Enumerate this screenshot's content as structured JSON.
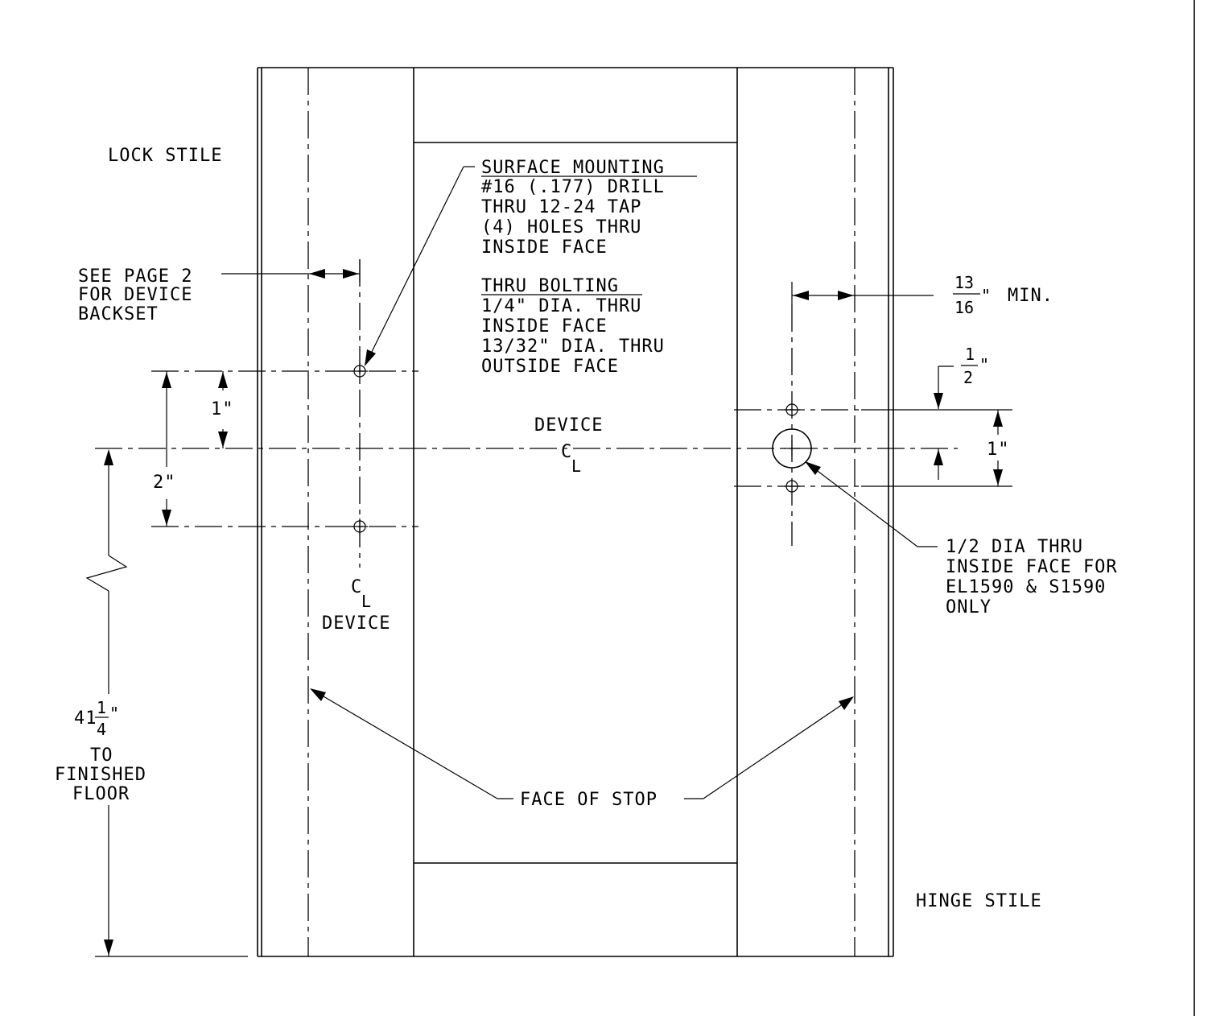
{
  "labels": {
    "lock_stile": "LOCK STILE",
    "hinge_stile": "HINGE STILE",
    "see_page": [
      "SEE PAGE 2",
      "FOR DEVICE",
      "BACKSET"
    ],
    "surface_title": "SURFACE MOUNTING",
    "surface_lines": [
      "#16 (.177) DRILL",
      "THRU 12-24 TAP",
      "(4) HOLES THRU",
      "INSIDE FACE"
    ],
    "bolting_title": "THRU BOLTING",
    "bolting_lines": [
      "1/4\" DIA. THRU",
      "INSIDE FACE",
      "13/32\" DIA. THRU",
      "OUTSIDE FACE"
    ],
    "device_center": "DEVICE",
    "device_lower": "DEVICE",
    "centerline_c": "C",
    "centerline_l": "L",
    "dim_one_left": "1\"",
    "dim_two": "2\"",
    "dim_one_right": "1\"",
    "frac_13": "13",
    "frac_16": "16",
    "frac_inch": "\"",
    "min_text": "MIN.",
    "frac_half_num": "1",
    "frac_half_den": "2",
    "frac_half_inch": "\"",
    "height_whole": "41",
    "height_num": "1",
    "height_den": "4",
    "height_inch": "\"",
    "to_floor": [
      "TO",
      "FINISHED",
      "FLOOR"
    ],
    "dia_note": [
      "1/2 DIA THRU",
      "INSIDE FACE FOR",
      "EL1590 & S1590",
      "ONLY"
    ],
    "face_of_stop": "FACE OF STOP"
  }
}
